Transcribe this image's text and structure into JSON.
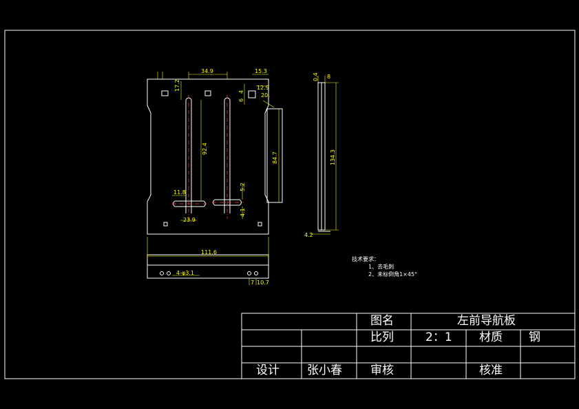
{
  "colors": {
    "background": "#000000",
    "outline": "#ffffff",
    "dimension": "#ffff00",
    "centerline": "#ff4040"
  },
  "dimensions": {
    "top_width": "34.9",
    "top_right_width": "15.3",
    "left_top_offset": "17.2",
    "small_height": "4",
    "small_height_2": "6",
    "right_offset": "12.9",
    "chamfer": "20",
    "slot_length": "92.4",
    "side_height": "84.7",
    "left_bottom": "11.8",
    "bottom_width": "23.9",
    "right_bottom_1": "5.2",
    "right_bottom_2": "4.1",
    "overall_width": "111.6",
    "holes": "4-φ3.1",
    "bottom_small_1": "7",
    "bottom_small_2": "10.7",
    "side_top_1": "0.4",
    "side_top_2": "8",
    "side_overall_height": "134.3",
    "side_thickness": "4.2"
  },
  "technical_notes": {
    "title": "技术要求：",
    "items": [
      "1、去毛刺",
      "2、未标倒角1×45°"
    ]
  },
  "title_block": {
    "drawing_name_label": "图名",
    "drawing_name": "左前导航板",
    "scale_label": "比列",
    "scale": "2：1",
    "material_label": "材质",
    "material": "钢",
    "design_label": "设计",
    "designer": "张小春",
    "review_label": "审核",
    "approve_label": "核准"
  }
}
